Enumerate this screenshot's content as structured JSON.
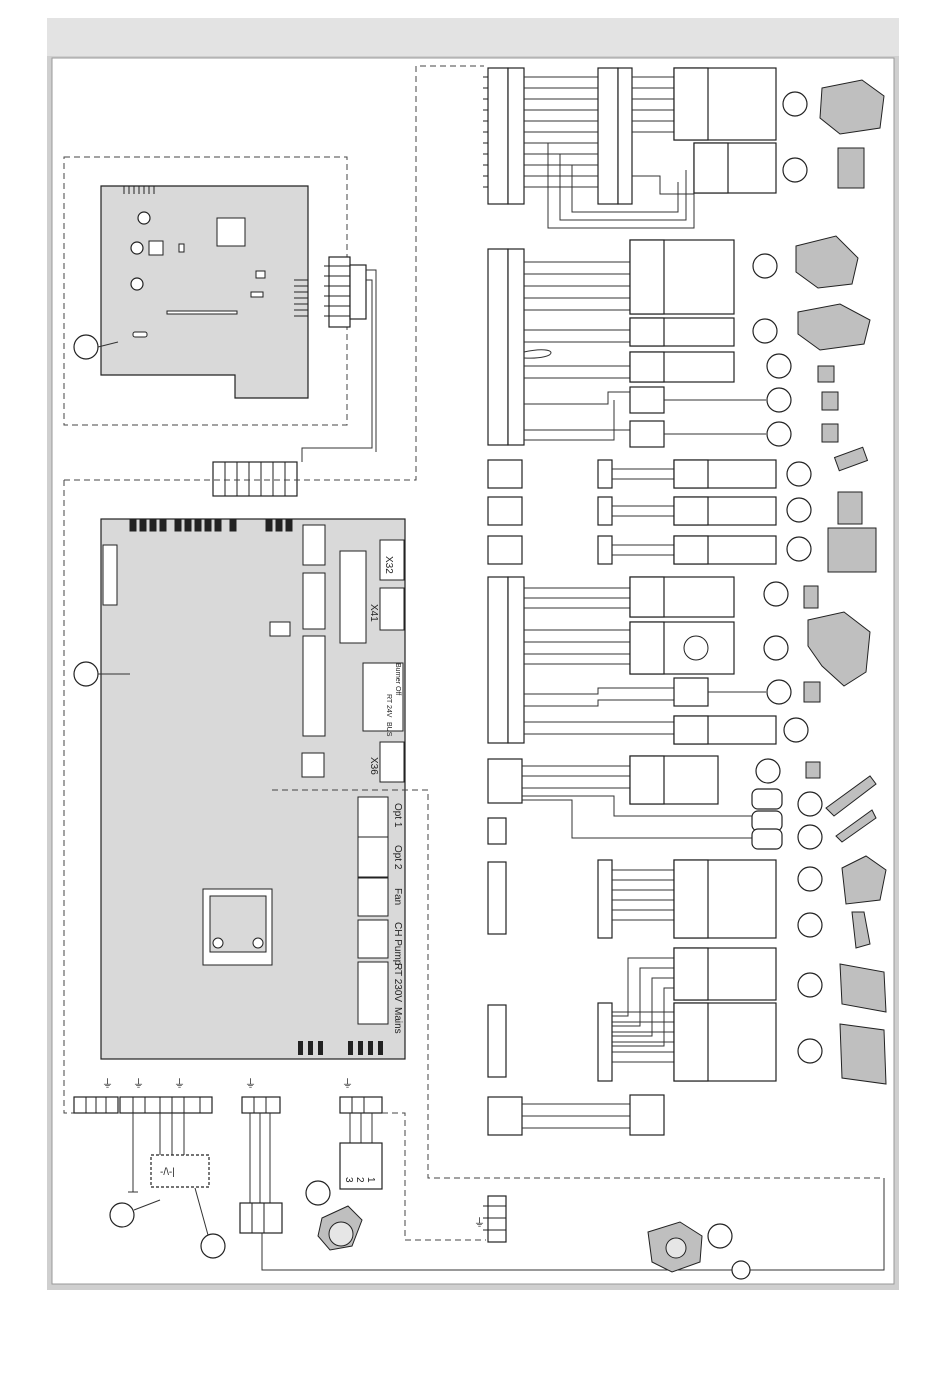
{
  "diagram": {
    "header_color": "#e3e3e3",
    "frame_color": "#cfcfcf",
    "board_color": "#d9d9d9",
    "connector_labels": {
      "x32": "X32",
      "x41": "X41",
      "x36": "X36"
    },
    "terminal_labels": {
      "burner_off": "Burner Off",
      "rt_24v": "RT 24V",
      "bus": "BUS",
      "opt1": "Opt 1",
      "opt2": "Opt 2",
      "fan": "Fan",
      "ch_pump": "CH Pump",
      "rt_230v": "RT 230V",
      "mains": "Mains"
    },
    "pin_numbers": [
      "1",
      "2",
      "3"
    ],
    "switch_label": "-/\\-|"
  }
}
